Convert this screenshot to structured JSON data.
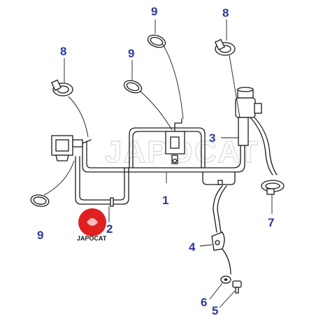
{
  "diagram": {
    "watermark": "JAPOCAT",
    "logo": {
      "text": "JAPOCAT",
      "color": "#e02020"
    },
    "accent_color": "#2b3a9c",
    "callouts": [
      {
        "id": "c9-top",
        "label": "9"
      },
      {
        "id": "c8-right",
        "label": "8"
      },
      {
        "id": "c8-left",
        "label": "8"
      },
      {
        "id": "c9-mid",
        "label": "9"
      },
      {
        "id": "c3",
        "label": "3"
      },
      {
        "id": "c1",
        "label": "1"
      },
      {
        "id": "c9-left",
        "label": "9"
      },
      {
        "id": "c2",
        "label": "2"
      },
      {
        "id": "c7",
        "label": "7"
      },
      {
        "id": "c4",
        "label": "4"
      },
      {
        "id": "c6",
        "label": "6"
      },
      {
        "id": "c5",
        "label": "5"
      }
    ]
  }
}
